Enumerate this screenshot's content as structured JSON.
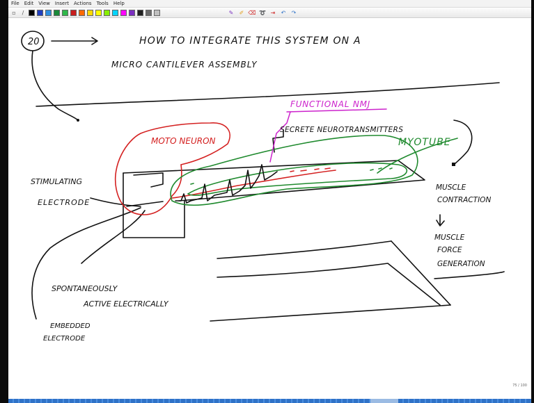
{
  "menu": [
    "File",
    "Edit",
    "View",
    "Insert",
    "Actions",
    "Tools",
    "Help"
  ],
  "palette": [
    "#000000",
    "#1f3fbf",
    "#2f8fe0",
    "#1a8a3a",
    "#2fb84a",
    "#c81e1e",
    "#ff6a00",
    "#ffd800",
    "#ffff00",
    "#88ee00",
    "#00d4ff",
    "#ff00ff",
    "#7a2fbf",
    "#202020",
    "#6a6a6a",
    "#c0c0c0"
  ],
  "tools": [
    "pen-tool",
    "highlighter-tool",
    "eraser-tool",
    "lasso-tool",
    "insert-space-tool",
    "undo",
    "redo"
  ],
  "note": {
    "circled_number": "20",
    "title_line1": "HOW TO INTEGRATE THIS SYSTEM ON A",
    "title_line2": "MICRO CANTILEVER ASSEMBLY",
    "functional_nmj": "FUNCTIONAL NMJ",
    "secrete": "SECRETE NEUROTRANSMITTERS",
    "myotube": "MYOTUBE",
    "motor_neuron": "MOTO NEURON",
    "stimulating": "STIMULATING",
    "electrode": "ELECTRODE",
    "spontaneously": "SPONTANEOUSLY",
    "active": "ACTIVE ELECTRICALLY",
    "embedded": "EMBEDDED",
    "embedded_electrode": "ELECTRODE",
    "muscle_contraction_1": "MUSCLE",
    "muscle_contraction_2": "CONTRACTION",
    "arrow_down": "↓",
    "muscle_force_1": "MUSCLE",
    "muscle_force_2": "FORCE",
    "muscle_force_3": "GENERATION"
  },
  "colors": {
    "ink": "#111111",
    "red": "#d42020",
    "green": "#1f8a2e",
    "magenta": "#cc22cc",
    "page_bg": "#ffffff"
  },
  "page_number": "75 / 100"
}
